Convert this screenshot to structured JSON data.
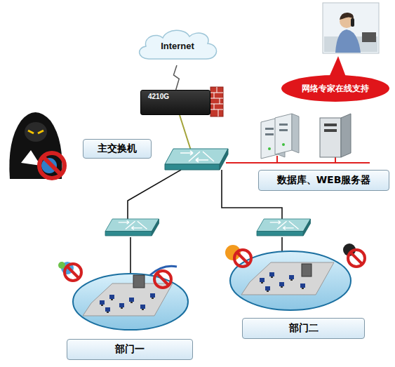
{
  "diagram": {
    "nodes": [
      {
        "text": [
          "Internet"
        ]
      },
      {
        "text": [
          "网络专家在线支持"
        ]
      },
      {
        "text": [
          "4210G"
        ]
      },
      {
        "text": [
          "主交换机"
        ]
      },
      {
        "text": [
          "数据库、WEB服务器"
        ]
      },
      {
        "text": [
          "部门一"
        ]
      },
      {
        "text": [
          "部门二"
        ]
      }
    ],
    "edges": [
      {
        "from": 0,
        "to": 2,
        "arrow": "none"
      }
    ]
  }
}
